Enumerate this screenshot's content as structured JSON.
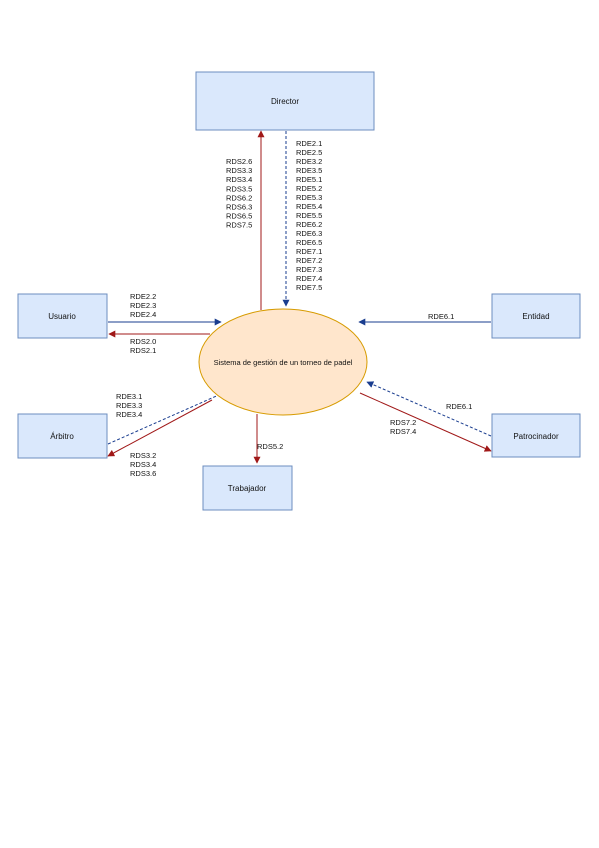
{
  "system": {
    "label": "Sistema de gestión de un torneo de padel"
  },
  "entities": {
    "director": "Director",
    "usuario": "Usuario",
    "entidad": "Entidad",
    "arbitro": "Árbitro",
    "patrocinador": "Patrocinador",
    "trabajador": "Trabajador"
  },
  "flows": {
    "director_out": [
      "RDS2.6",
      "RDS3.3",
      "RDS3.4",
      "RDS3.5",
      "RDS6.2",
      "RDS6.3",
      "RDS6.5",
      "RDS7.5"
    ],
    "director_in": [
      "RDE2.1",
      "RDE2.5",
      "RDE3.2",
      "RDE3.5",
      "RDE5.1",
      "RDE5.2",
      "RDE5.3",
      "RDE5.4",
      "RDE5.5",
      "RDE6.2",
      "RDE6.3",
      "RDE6.5",
      "RDE7.1",
      "RDE7.2",
      "RDE7.3",
      "RDE7.4",
      "RDE7.5"
    ],
    "usuario_in": [
      "RDE2.2",
      "RDE2.3",
      "RDE2.4"
    ],
    "usuario_out": [
      "RDS2.0",
      "RDS2.1"
    ],
    "entidad_in": [
      "RDE6.1"
    ],
    "arbitro_in": [
      "RDE3.1",
      "RDE3.3",
      "RDE3.4"
    ],
    "arbitro_out": [
      "RDS3.2",
      "RDS3.4",
      "RDS3.6"
    ],
    "trabajador_out": [
      "RDS5.2"
    ],
    "patrocinador_in": [
      "RDE6.1"
    ],
    "patrocinador_out": [
      "RDS7.2",
      "RDS7.4"
    ]
  },
  "colors": {
    "entity_fill": "#dae8fc",
    "entity_stroke": "#6c8ebf",
    "system_fill": "#ffe6cc",
    "system_stroke": "#d79b00",
    "input_arrow": "#1a3d8f",
    "output_arrow": "#a01818"
  }
}
